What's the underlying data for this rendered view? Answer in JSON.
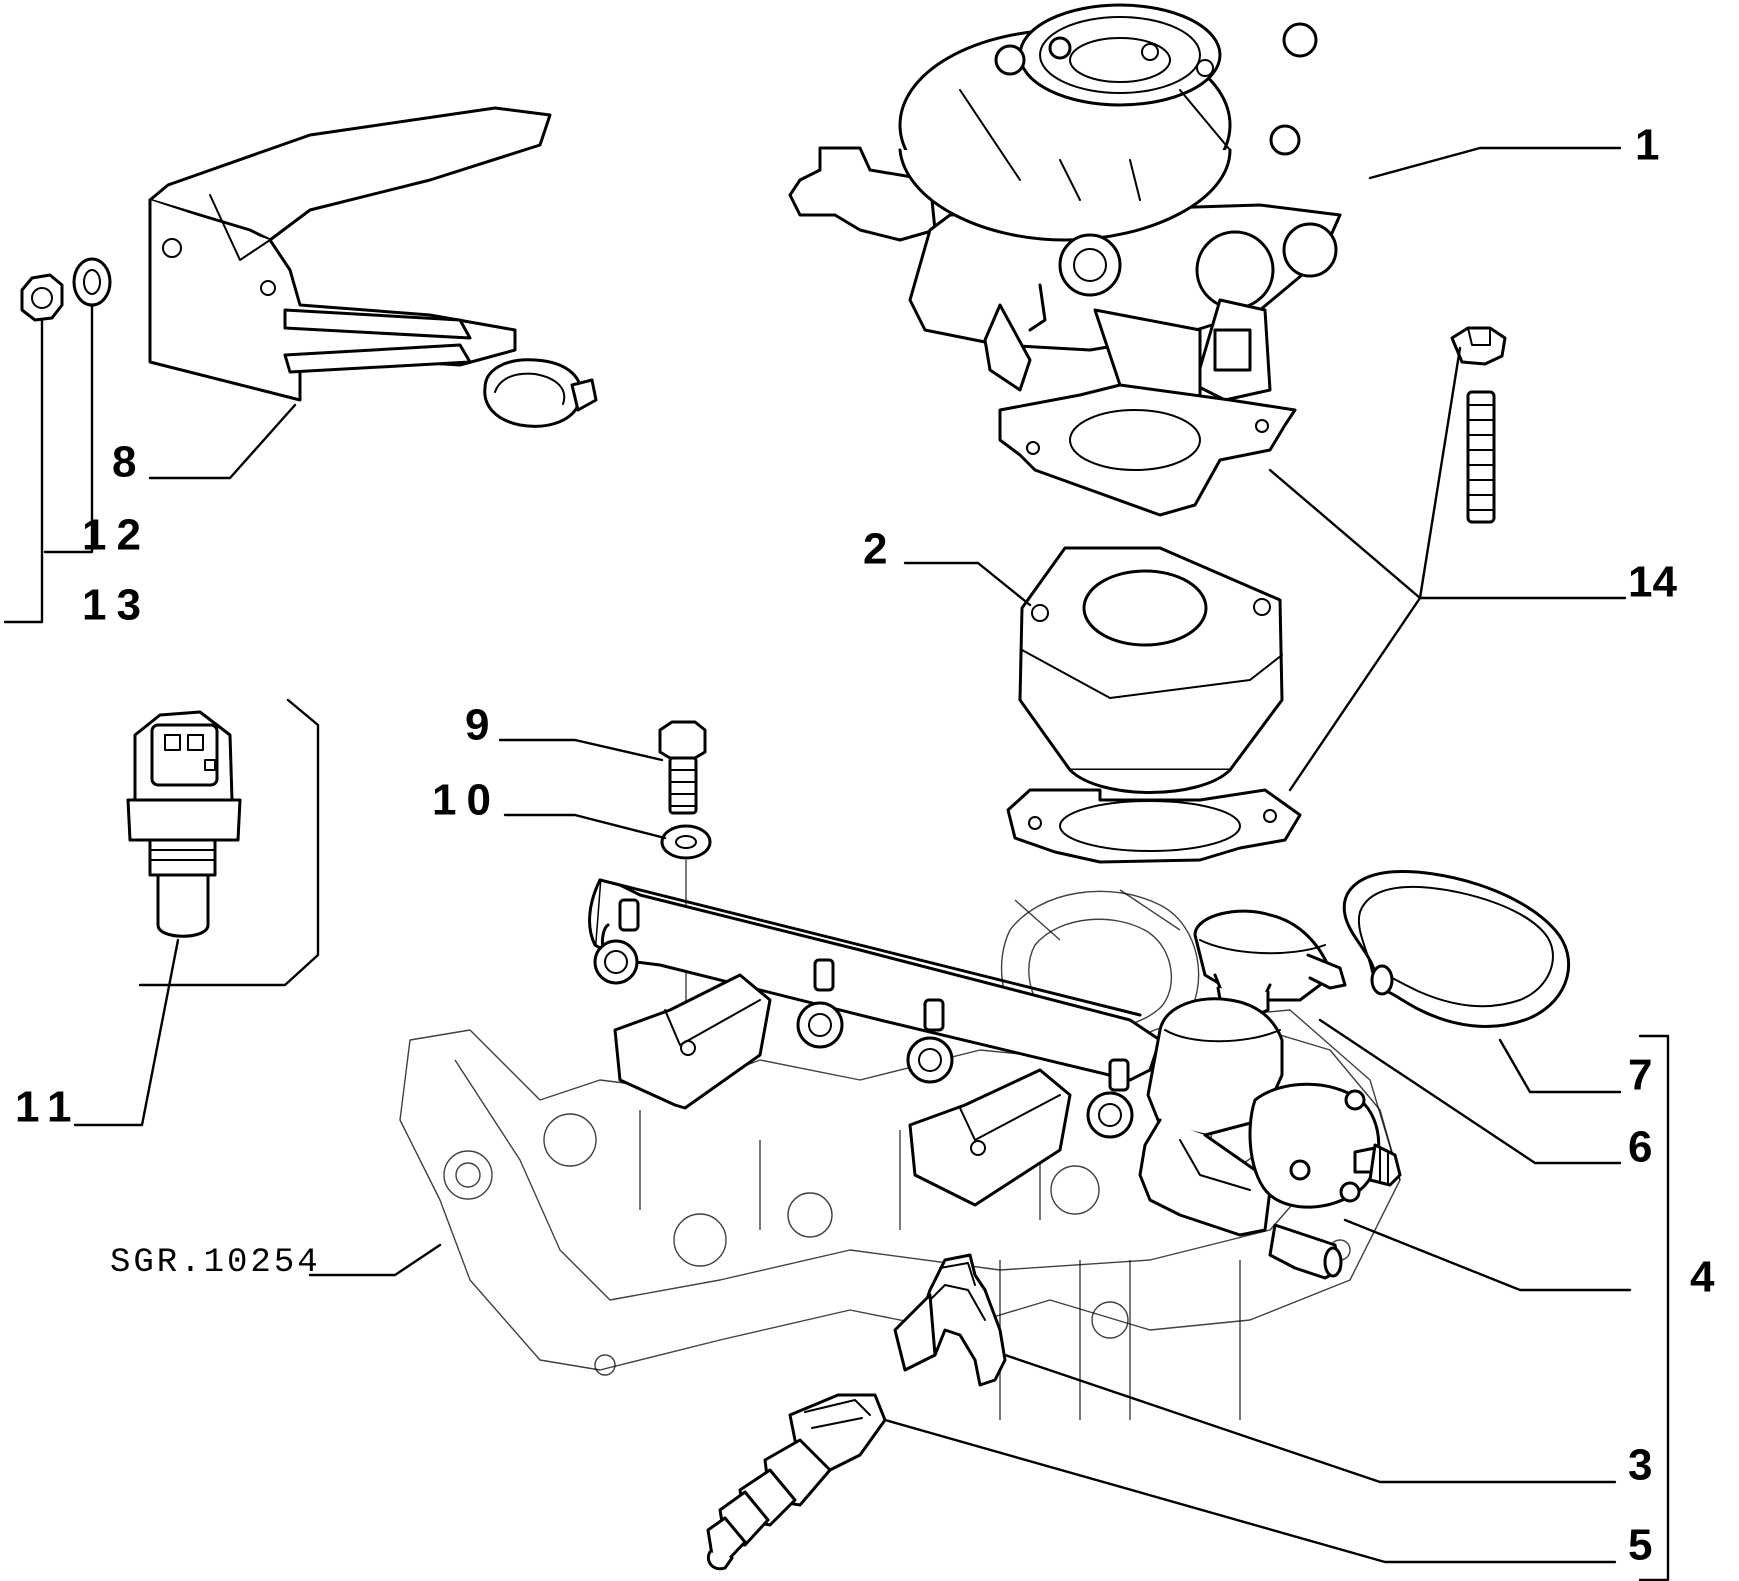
{
  "drawing_reference": "SGR.10254",
  "callouts": {
    "c1": "1",
    "c2": "2",
    "c3": "3",
    "c4": "4",
    "c5": "5",
    "c6": "6",
    "c7": "7",
    "c8": "8",
    "c9": "9",
    "c10": "10",
    "c11": "11",
    "c12": "12",
    "c13": "13",
    "c14": "14"
  }
}
